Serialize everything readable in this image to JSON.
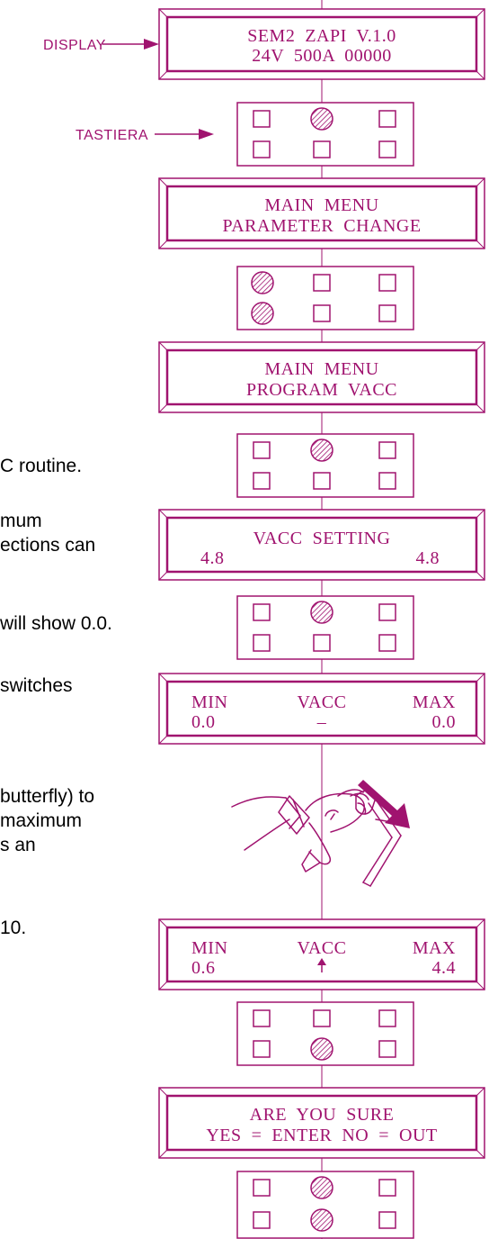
{
  "colors": {
    "magenta": "#a0136f",
    "text": "#000000",
    "background": "#ffffff"
  },
  "callouts": {
    "display_label": "DISPLAY",
    "keyboard_label": "TASTIERA"
  },
  "displays": [
    {
      "id": "d1",
      "line1": "SEM2  ZAPI  V.1.0",
      "line2": "24V  500A  00000"
    },
    {
      "id": "d2",
      "line1": "MAIN  MENU",
      "line2": "PARAMETER  CHANGE"
    },
    {
      "id": "d3",
      "line1": "MAIN  MENU",
      "line2": "PROGRAM  VACC"
    },
    {
      "id": "d4",
      "line1": "VACC  SETTING",
      "line2_left": "4.8",
      "line2_right": "4.8"
    },
    {
      "id": "d5",
      "col_left_top": "MIN",
      "col_mid_top": "VACC",
      "col_right_top": "MAX",
      "col_left_bottom": "0.0",
      "col_mid_bottom": "–",
      "col_right_bottom": "0.0"
    },
    {
      "id": "d6",
      "col_left_top": "MIN",
      "col_mid_top": "VACC",
      "col_right_top": "MAX",
      "col_left_bottom": "0.6",
      "col_right_bottom": "4.4",
      "mid_bottom_icon": "up-arrow-icon"
    },
    {
      "id": "d7",
      "line1": "ARE  YOU  SURE",
      "line2": "YES  =  ENTER  NO  =  OUT"
    }
  ],
  "keypads": [
    {
      "id": "k1",
      "pressed": [
        "top-middle"
      ]
    },
    {
      "id": "k2",
      "pressed": [
        "top-left",
        "bottom-left"
      ]
    },
    {
      "id": "k3",
      "pressed": [
        "top-middle"
      ]
    },
    {
      "id": "k4",
      "pressed": [
        "top-middle"
      ]
    },
    {
      "id": "k5",
      "pressed": [
        "bottom-middle"
      ]
    },
    {
      "id": "k6",
      "pressed": [
        "top-middle",
        "bottom-middle"
      ]
    }
  ],
  "illustration": {
    "icon": "hand-pressing-pedal-icon",
    "arrow": "press-direction-arrow-icon"
  },
  "side_text": {
    "t1": "C routine.",
    "t2a": "mum",
    "t2b": "ections can",
    "t3": "will show 0.0.",
    "t4": " switches",
    "t5a": " butterfly) to",
    "t5b": "maximum",
    "t5c": "s an",
    "t6": "10."
  }
}
